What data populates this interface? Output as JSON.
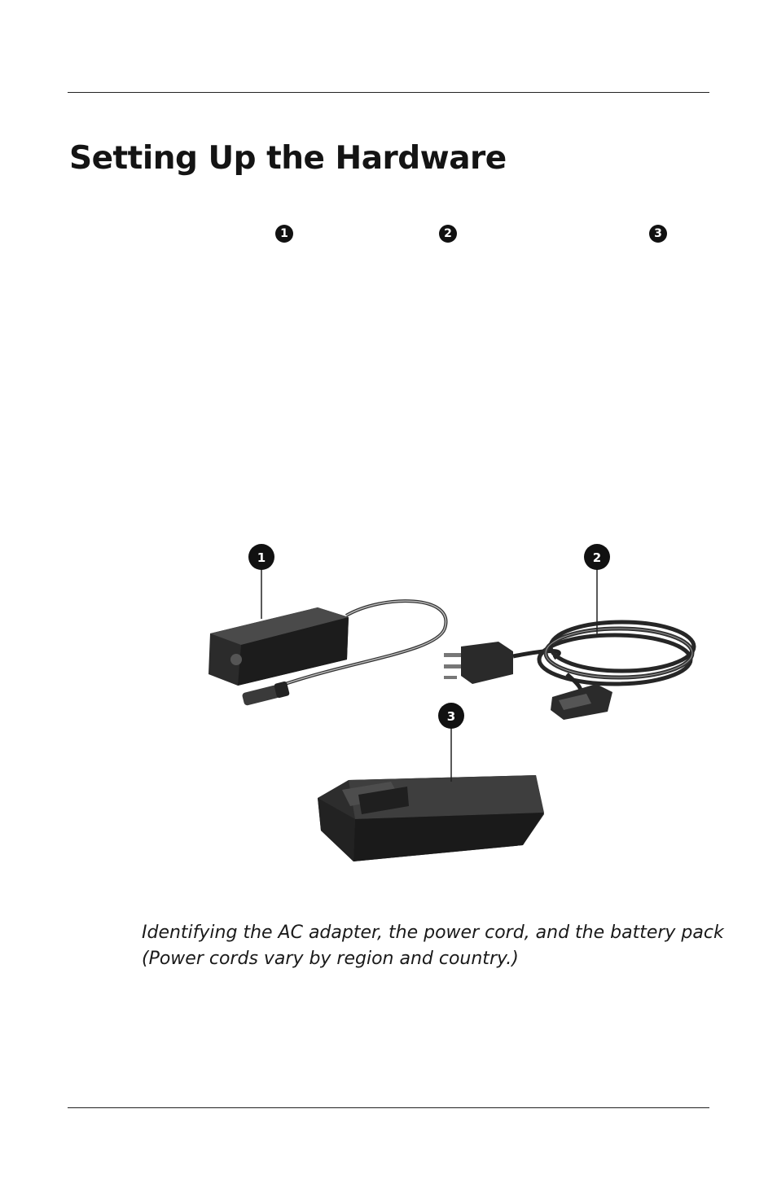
{
  "heading": {
    "title": "Setting Up the Hardware"
  },
  "markers": [
    "1",
    "2",
    "3"
  ],
  "figure": {
    "callouts": [
      "1",
      "2",
      "3"
    ],
    "icons": [
      "ac-adapter-icon",
      "power-cord-icon",
      "battery-pack-icon"
    ]
  },
  "caption": {
    "line1": "Identifying the AC adapter, the power cord, and the battery pack",
    "line2": "(Power cords vary by region and country.)"
  }
}
